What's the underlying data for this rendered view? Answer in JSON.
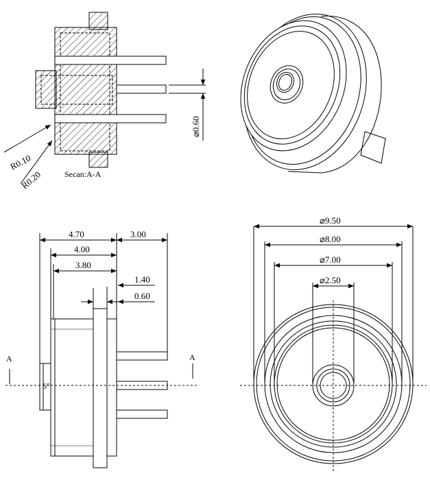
{
  "section_view": {
    "dim_lead_diameter": "⌀0.60",
    "label_r010": "R0.10",
    "label_r020": "R0.20",
    "section_caption": "Secan:A-A"
  },
  "side_view": {
    "dim_470": "4.70",
    "dim_400": "4.00",
    "dim_380": "3.80",
    "dim_300": "3.00",
    "dim_140": "1.40",
    "dim_060": "0.60",
    "angle_label": "5°",
    "section_mark_left": "A",
    "section_mark_right": "A"
  },
  "front_view": {
    "dim_950": "⌀9.50",
    "dim_800": "⌀8.00",
    "dim_700": "⌀7.00",
    "dim_250": "⌀2.50"
  },
  "colors": {
    "line": "#000000",
    "background": "#ffffff"
  }
}
